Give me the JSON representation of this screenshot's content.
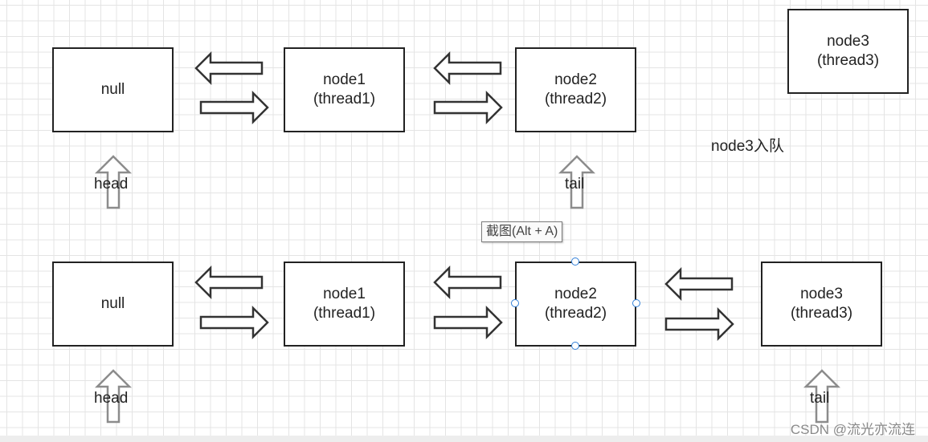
{
  "top_row": {
    "null_node": {
      "line1": "null"
    },
    "node1": {
      "line1": "node1",
      "line2": "(thread1)"
    },
    "node2": {
      "line1": "node2",
      "line2": "(thread2)"
    },
    "head_label": "head",
    "tail_label": "tail"
  },
  "floating_node3": {
    "line1": "node3",
    "line2": "(thread3)"
  },
  "enqueue_caption": "node3入队",
  "tooltip": "截图(Alt + A)",
  "bottom_row": {
    "null_node": {
      "line1": "null"
    },
    "node1": {
      "line1": "node1",
      "line2": "(thread1)"
    },
    "node2": {
      "line1": "node2",
      "line2": "(thread2)"
    },
    "node3": {
      "line1": "node3",
      "line2": "(thread3)"
    },
    "head_label": "head",
    "tail_label": "tail"
  },
  "watermark": "CSDN @流光亦流连",
  "colors": {
    "node_border": "#222222",
    "arrow_stroke": "#333333",
    "pointer_arrow_stroke": "#8c8c8c",
    "selection_handle": "#2f7fd8",
    "grid_line": "#e4e4e4"
  }
}
